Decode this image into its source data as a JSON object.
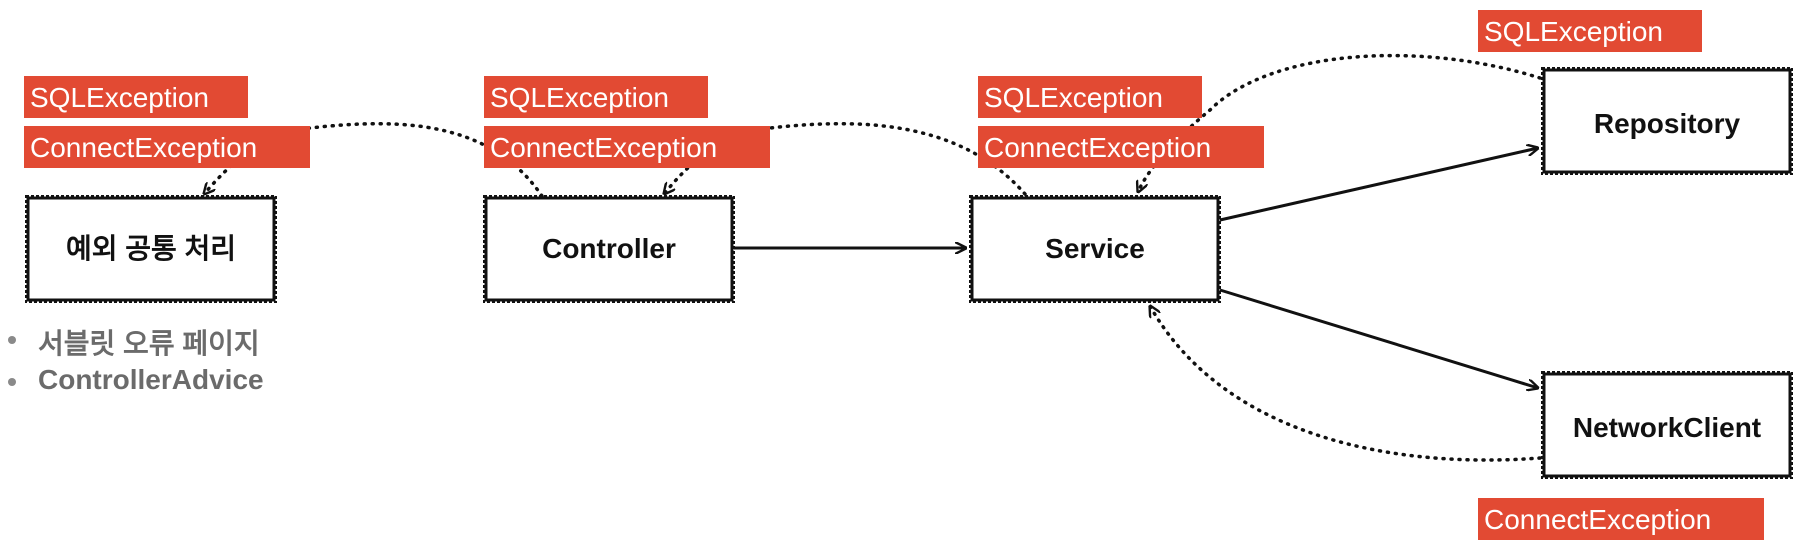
{
  "nodes": {
    "common": "예외 공통 처리",
    "controller": "Controller",
    "service": "Service",
    "repository": "Repository",
    "network": "NetworkClient"
  },
  "exceptions": {
    "sql": "SQLException",
    "connect": "ConnectException"
  },
  "notes": [
    "서블릿 오류 페이지",
    "ControllerAdvice"
  ],
  "colors": {
    "exception_bg": "#e24a33",
    "box_border": "#111111",
    "note_text": "#6b6b6b"
  }
}
